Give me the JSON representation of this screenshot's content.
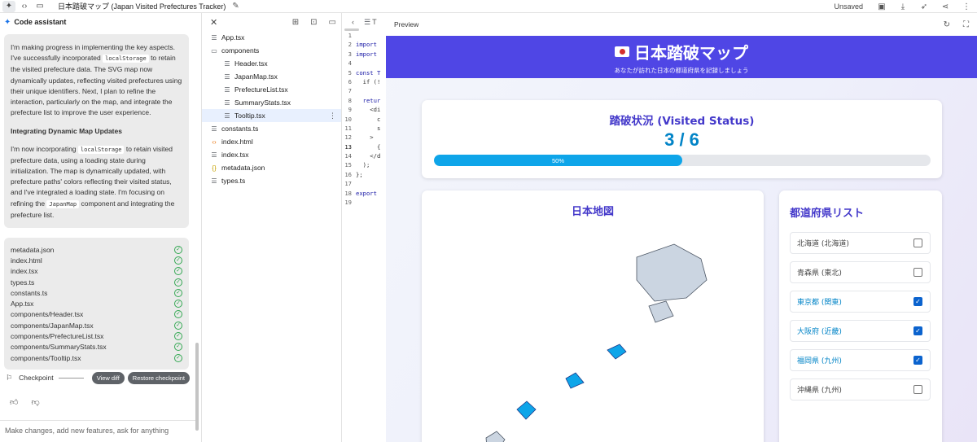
{
  "topbar": {
    "title": "日本踏破マップ (Japan Visited Prefectures Tracker)",
    "unsaved": "Unsaved"
  },
  "assistant": {
    "header": "Code assistant",
    "message_p1_a": "I'm making progress in implementing the key aspects. I've successfully incorporated ",
    "message_p1_code": "localStorage",
    "message_p1_b": " to retain the visited prefecture data. The SVG map now dynamically updates, reflecting visited prefectures using their unique identifiers. Next, I plan to refine the interaction, particularly on the map, and integrate the prefecture list to improve the user experience.",
    "heading": "Integrating Dynamic Map Updates",
    "message_p2_a": "I'm now incorporating ",
    "message_p2_code": "localStorage",
    "message_p2_b": " to retain visited prefecture data, using a loading state during initialization. The map is dynamically updated, with prefecture paths' colors reflecting their visited status, and I've integrated a loading state. I'm focusing on refining the ",
    "message_p2_code2": "JapanMap",
    "message_p2_c": " component and integrating the prefecture list.",
    "files": [
      "metadata.json",
      "index.html",
      "index.tsx",
      "types.ts",
      "constants.ts",
      "App.tsx",
      "components/Header.tsx",
      "components/JapanMap.tsx",
      "components/PrefectureList.tsx",
      "components/SummaryStats.tsx",
      "components/Tooltip.tsx"
    ],
    "checkpoint_label": "Checkpoint",
    "view_diff": "View diff",
    "restore_checkpoint": "Restore checkpoint",
    "input_placeholder": "Make changes, add new features, ask for anything"
  },
  "explorer": {
    "items": [
      {
        "name": "App.tsx",
        "type": "tsx",
        "indent": 0
      },
      {
        "name": "components",
        "type": "folder",
        "indent": 0
      },
      {
        "name": "Header.tsx",
        "type": "tsx",
        "indent": 1
      },
      {
        "name": "JapanMap.tsx",
        "type": "tsx",
        "indent": 1
      },
      {
        "name": "PrefectureList.tsx",
        "type": "tsx",
        "indent": 1
      },
      {
        "name": "SummaryStats.tsx",
        "type": "tsx",
        "indent": 1
      },
      {
        "name": "Tooltip.tsx",
        "type": "tsx",
        "indent": 1,
        "selected": true
      },
      {
        "name": "constants.ts",
        "type": "ts",
        "indent": 0
      },
      {
        "name": "index.html",
        "type": "html",
        "indent": 0
      },
      {
        "name": "index.tsx",
        "type": "tsx",
        "indent": 0
      },
      {
        "name": "metadata.json",
        "type": "json",
        "indent": 0
      },
      {
        "name": "types.ts",
        "type": "ts",
        "indent": 0
      }
    ]
  },
  "editor": {
    "tab": "T",
    "lines": [
      {
        "n": "1",
        "t": ""
      },
      {
        "n": "2",
        "t": "import",
        "kw": true
      },
      {
        "n": "3",
        "t": "import",
        "kw": true
      },
      {
        "n": "4",
        "t": ""
      },
      {
        "n": "5",
        "t": "const T",
        "kw": true
      },
      {
        "n": "6",
        "t": "  if (!"
      },
      {
        "n": "7",
        "t": ""
      },
      {
        "n": "8",
        "t": "  retur",
        "kw": true
      },
      {
        "n": "9",
        "t": "    <di"
      },
      {
        "n": "10",
        "t": "      c"
      },
      {
        "n": "11",
        "t": "      s"
      },
      {
        "n": "12",
        "t": "    >"
      },
      {
        "n": "13",
        "t": "      {",
        "hl": true
      },
      {
        "n": "14",
        "t": "    </d"
      },
      {
        "n": "15",
        "t": "  );"
      },
      {
        "n": "16",
        "t": "};"
      },
      {
        "n": "17",
        "t": ""
      },
      {
        "n": "18",
        "t": "export",
        "kw": true
      },
      {
        "n": "19",
        "t": ""
      }
    ]
  },
  "preview": {
    "label": "Preview",
    "app_title": "日本踏破マップ",
    "app_subtitle": "あなたが訪れた日本の都道府県を記録しましょう",
    "status_title": "踏破状況 (Visited Status)",
    "visited_count": 3,
    "total_count": 6,
    "status_count_text": "3 / 6",
    "progress_percent": 50,
    "progress_text": "50%",
    "map_title": "日本地図",
    "list_title": "都道府県リスト",
    "colors": {
      "header": "#4f46e5",
      "accent": "#0284c7",
      "visited_fill": "#0ea5e9",
      "unvisited_fill": "#cbd5e1",
      "title": "#4338ca"
    },
    "prefectures": [
      {
        "label": "北海道 (北海道)",
        "visited": false
      },
      {
        "label": "青森県 (東北)",
        "visited": false
      },
      {
        "label": "東京都 (関東)",
        "visited": true
      },
      {
        "label": "大阪府 (近畿)",
        "visited": true
      },
      {
        "label": "福岡県 (九州)",
        "visited": true
      },
      {
        "label": "沖縄県 (九州)",
        "visited": false
      }
    ]
  }
}
